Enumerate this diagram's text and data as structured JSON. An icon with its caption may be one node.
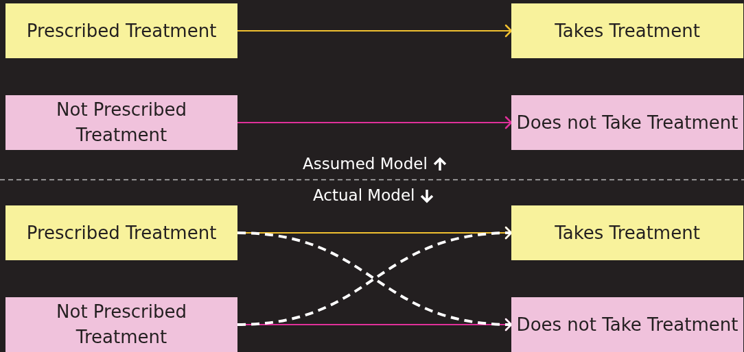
{
  "diagram": {
    "nodes": [
      {
        "text": [
          "Prescribed Treatment"
        ]
      },
      {
        "text": [
          "Takes Treatment"
        ]
      },
      {
        "text": [
          "Not Prescribed Treatment"
        ]
      },
      {
        "text": [
          "Does not Take Treatment"
        ]
      },
      {
        "text": [
          "Prescribed Treatment"
        ]
      },
      {
        "text": [
          "Takes Treatment"
        ]
      },
      {
        "text": [
          "Not Prescribed Treatment"
        ]
      },
      {
        "text": [
          "Does not Take Treatment"
        ]
      }
    ],
    "edges": [
      {
        "from": 0,
        "to": 1,
        "arrow": "to",
        "color": "#f0c030"
      },
      {
        "from": 2,
        "to": 3,
        "arrow": "to",
        "color": "#e0309a"
      },
      {
        "from": 4,
        "to": 5,
        "arrow": "to",
        "color": "#f0c030"
      },
      {
        "from": 6,
        "to": 7,
        "arrow": "to",
        "color": "#e0309a"
      },
      {
        "from": 4,
        "to": 7,
        "arrow": "to",
        "style": "dashed",
        "color": "#ffffff"
      },
      {
        "from": 6,
        "to": 5,
        "arrow": "to",
        "style": "dashed",
        "color": "#ffffff"
      }
    ],
    "labels": [
      "Assumed Model",
      "Actual Model"
    ]
  }
}
